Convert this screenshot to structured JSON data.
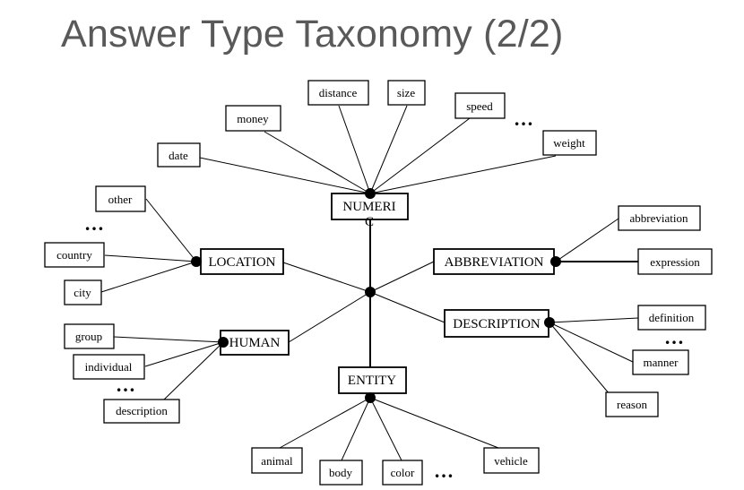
{
  "title": "Answer Type Taxonomy (2/2)",
  "ellipsis": "…",
  "categories": {
    "numeric": {
      "label": "NUMERI",
      "label_tail": "C"
    },
    "location": {
      "label": "LOCATION"
    },
    "abbreviation": {
      "label": "ABBREVIATION"
    },
    "description": {
      "label": "DESCRIPTION"
    },
    "human": {
      "label": "HUMAN"
    },
    "entity": {
      "label": "ENTITY"
    }
  },
  "subtypes": {
    "numeric": [
      "date",
      "money",
      "distance",
      "size",
      "speed",
      "weight"
    ],
    "location": [
      "other",
      "country",
      "city"
    ],
    "abbreviation": [
      "abbreviation",
      "expression"
    ],
    "description": [
      "definition",
      "manner",
      "reason"
    ],
    "human": [
      "group",
      "individual",
      "description"
    ],
    "entity": [
      "animal",
      "body",
      "color",
      "vehicle"
    ]
  }
}
